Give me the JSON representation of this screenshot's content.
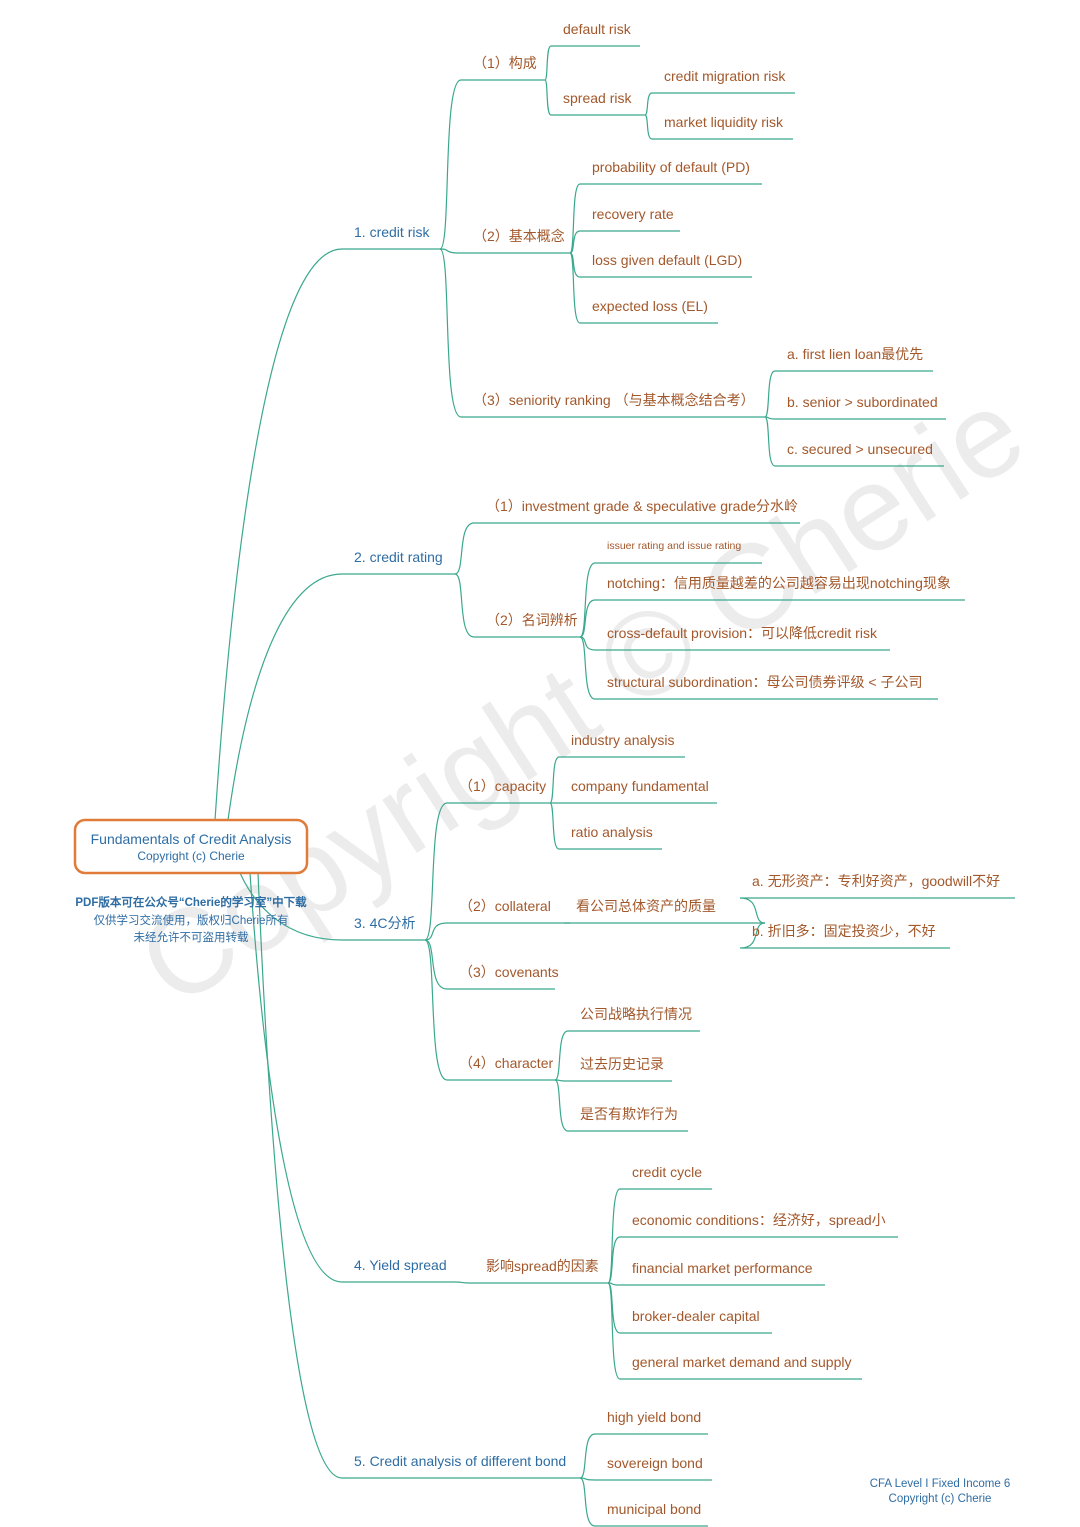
{
  "root": {
    "title": "Fundamentals of Credit Analysis",
    "subtitle": "Copyright (c) Cherie"
  },
  "notice": [
    "PDF版本可在公众号“Cherie的学习室”中下载",
    "仅供学习交流使用，版权归Cherie所有",
    "未经允许不可盗用转载"
  ],
  "watermark": "Copyright © Cherie",
  "footer": [
    "CFA  Level  I  Fixed Income 6",
    "Copyright (c) Cherie"
  ],
  "colors": {
    "level1": "#2e6da4",
    "text": "#a3582b",
    "line": "#3ba88d",
    "root_border": "#e07b39"
  },
  "branches": [
    {
      "label": "1. credit risk",
      "children": [
        {
          "label": "（1）构成",
          "children": [
            {
              "label": "default risk"
            },
            {
              "label": "spread risk",
              "children": [
                {
                  "label": "credit migration risk"
                },
                {
                  "label": "market liquidity risk"
                }
              ]
            }
          ]
        },
        {
          "label": "（2）基本概念",
          "children": [
            {
              "label": "probability of default (PD)"
            },
            {
              "label": "recovery rate"
            },
            {
              "label": "loss given default (LGD)"
            },
            {
              "label": "expected loss (EL)"
            }
          ]
        },
        {
          "label": "（3）seniority ranking （与基本概念结合考）",
          "children": [
            {
              "label": "a. first lien loan最优先"
            },
            {
              "label": "b. senior > subordinated"
            },
            {
              "label": "c. secured > unsecured"
            }
          ]
        }
      ]
    },
    {
      "label": "2. credit rating",
      "children": [
        {
          "label": "（1）investment grade & speculative grade分水岭"
        },
        {
          "label": "（2）名词辨析",
          "children": [
            {
              "label": "issuer  rating  and  issue  rating"
            },
            {
              "label": "notching：信用质量越差的公司越容易出现notching现象"
            },
            {
              "label": "cross-default provision：可以降低credit risk"
            },
            {
              "label": "structural subordination：母公司债券评级 < 子公司"
            }
          ]
        }
      ]
    },
    {
      "label": "3. 4C分析",
      "children": [
        {
          "label": "（1）capacity",
          "children": [
            {
              "label": "industry analysis"
            },
            {
              "label": "company fundamental"
            },
            {
              "label": "ratio analysis"
            }
          ]
        },
        {
          "label": "（2）collateral",
          "children": [
            {
              "label": "看公司总体资产的质量",
              "children": [
                {
                  "label": "a. 无形资产：专利好资产，goodwill不好"
                },
                {
                  "label": "b. 折旧多：固定投资少，不好"
                }
              ]
            }
          ]
        },
        {
          "label": "（3）covenants"
        },
        {
          "label": "（4）character",
          "children": [
            {
              "label": "公司战略执行情况"
            },
            {
              "label": "过去历史记录"
            },
            {
              "label": "是否有欺诈行为"
            }
          ]
        }
      ]
    },
    {
      "label": "4. Yield spread",
      "children": [
        {
          "label": "影响spread的因素",
          "children": [
            {
              "label": "credit cycle"
            },
            {
              "label": "economic conditions：经济好，spread小"
            },
            {
              "label": "financial market performance"
            },
            {
              "label": "broker-dealer capital"
            },
            {
              "label": "general market demand and supply"
            }
          ]
        }
      ]
    },
    {
      "label": "5. Credit analysis of different bond",
      "children": [
        {
          "label": "high yield bond"
        },
        {
          "label": "sovereign bond"
        },
        {
          "label": "municipal bond"
        }
      ]
    }
  ]
}
